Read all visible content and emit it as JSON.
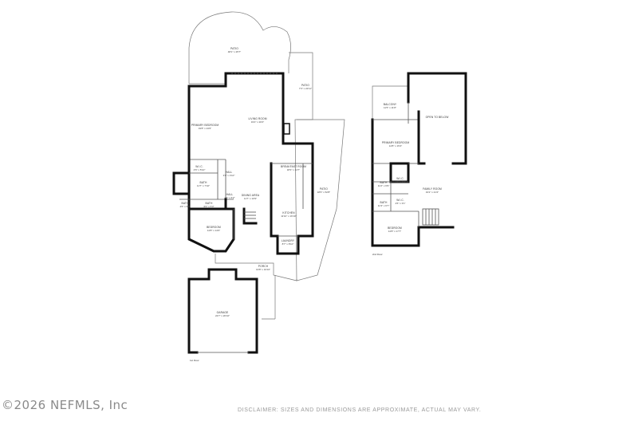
{
  "first_floor": {
    "label": "1st Floor",
    "rooms": [
      {
        "name": "PATIO",
        "dims": "48'1\" x 25'7\""
      },
      {
        "name": "PATIO",
        "dims": "7'3\" x 22'11\""
      },
      {
        "name": "PRIMARY BEDROOM",
        "dims": "19'8\" x 24'6\""
      },
      {
        "name": "LIVING ROOM",
        "dims": "19'2\" x 20'2\""
      },
      {
        "name": "W.I.C.",
        "dims": "4'6\" x 5'10\""
      },
      {
        "name": "BATH",
        "dims": "11'7\" x 7'10\""
      },
      {
        "name": "HALL",
        "dims": "3'0\" x 4'10\""
      },
      {
        "name": "HALL",
        "dims": "4'6\" x 6'2\""
      },
      {
        "name": "DINING AREA",
        "dims": "11'7\" x 10'9\""
      },
      {
        "name": "BREAKFAST ROOM",
        "dims": "18'3\" x 14'7\""
      },
      {
        "name": "PATIO",
        "dims": "18'6\" x 52'8\""
      },
      {
        "name": "KITCHEN",
        "dims": "11'10\" x 16'10\""
      },
      {
        "name": "BATH",
        "dims": "4'6\" x 6'0\""
      },
      {
        "name": "BATH",
        "dims": "6'0\" x 5'3\""
      },
      {
        "name": "BEDROOM",
        "dims": "14'8\" x 14'0\""
      },
      {
        "name": "LAUNDRY",
        "dims": "8'7\" x 8'10\""
      },
      {
        "name": "PORCH",
        "dims": "19'8\" x 19'10\""
      },
      {
        "name": "GARAGE",
        "dims": "22'7\" x 26'10\""
      }
    ]
  },
  "second_floor": {
    "label": "2nd Floor",
    "rooms": [
      {
        "name": "BALCONY",
        "dims": "11'5\" x 11'8\""
      },
      {
        "name": "OPEN TO BELOW",
        "dims": ""
      },
      {
        "name": "PRIMARY BEDROOM",
        "dims": "14'8\" x 15'4\""
      },
      {
        "name": "W.I.C.",
        "dims": "4'8\" x 6'0\""
      },
      {
        "name": "BATH",
        "dims": "11'2\" x 6'9\""
      },
      {
        "name": "FAMILY ROOM",
        "dims": "19'2\" x 21'2\""
      },
      {
        "name": "W.I.C.",
        "dims": "4'6\" x 3'1\""
      },
      {
        "name": "BATH",
        "dims": "11'3\" x 6'7\""
      },
      {
        "name": "BEDROOM",
        "dims": "14'8\" x 17'7\""
      }
    ]
  },
  "footer": {
    "copyright": "©2026 NEFMLS, Inc",
    "disclaimer": "DISCLAIMER: SIZES AND DIMENSIONS ARE APPROXIMATE, ACTUAL MAY VARY."
  }
}
